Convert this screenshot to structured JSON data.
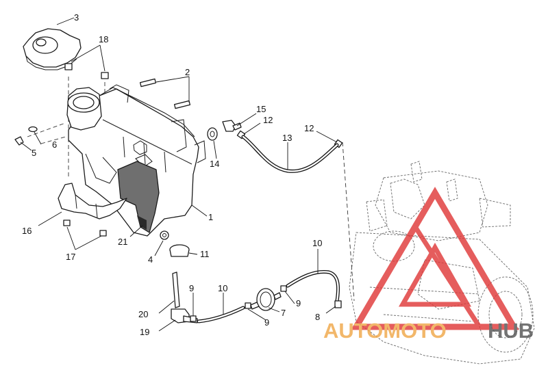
{
  "callouts": {
    "c1": "1",
    "c2": "2",
    "c3": "3",
    "c4": "4",
    "c5": "5",
    "c6": "6",
    "c7": "7",
    "c8": "8",
    "c9a": "9",
    "c9b": "9",
    "c9c": "9",
    "c10a": "10",
    "c10b": "10",
    "c11": "11",
    "c12a": "12",
    "c12b": "12",
    "c13": "13",
    "c14": "14",
    "c15": "15",
    "c16": "16",
    "c17": "17",
    "c18": "18",
    "c19": "19",
    "c20": "20",
    "c21": "21"
  },
  "watermark": {
    "word_a": "AUTOMOTO",
    "word_b": "HUB",
    "color_a": "#f0a84a",
    "color_b": "#555555",
    "triangle_color": "#e03a3a"
  }
}
